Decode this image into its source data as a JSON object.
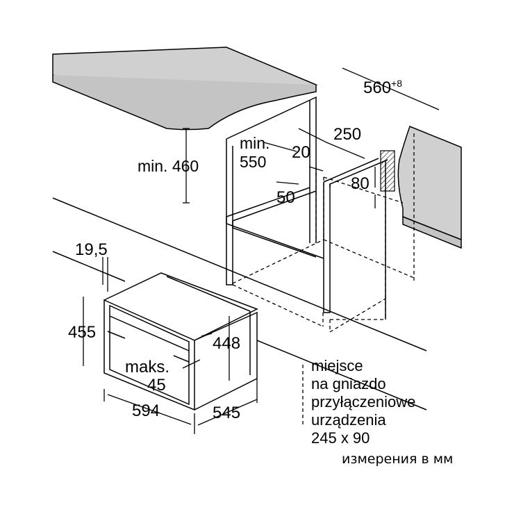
{
  "dimensions": {
    "cabinet_min_height": "min. 460",
    "cabinet_min_depth_line1": "min.",
    "cabinet_min_depth_line2": "550",
    "niche_width": "560",
    "niche_width_tolerance": "+8",
    "rear_gap": "250",
    "side_offset": "20",
    "socket_offset": "50",
    "socket_height": "80",
    "panel_thickness": "19,5",
    "appliance_height": "455",
    "front_height": "448",
    "max_label": "maks.",
    "max_value": "45",
    "appliance_width": "594",
    "appliance_depth": "545"
  },
  "note": {
    "lines": [
      "miejsce",
      "na gniazdo",
      "przyłączeniowe",
      "urządzenia",
      "245 x 90"
    ]
  },
  "units_caption": "измерения в мм"
}
